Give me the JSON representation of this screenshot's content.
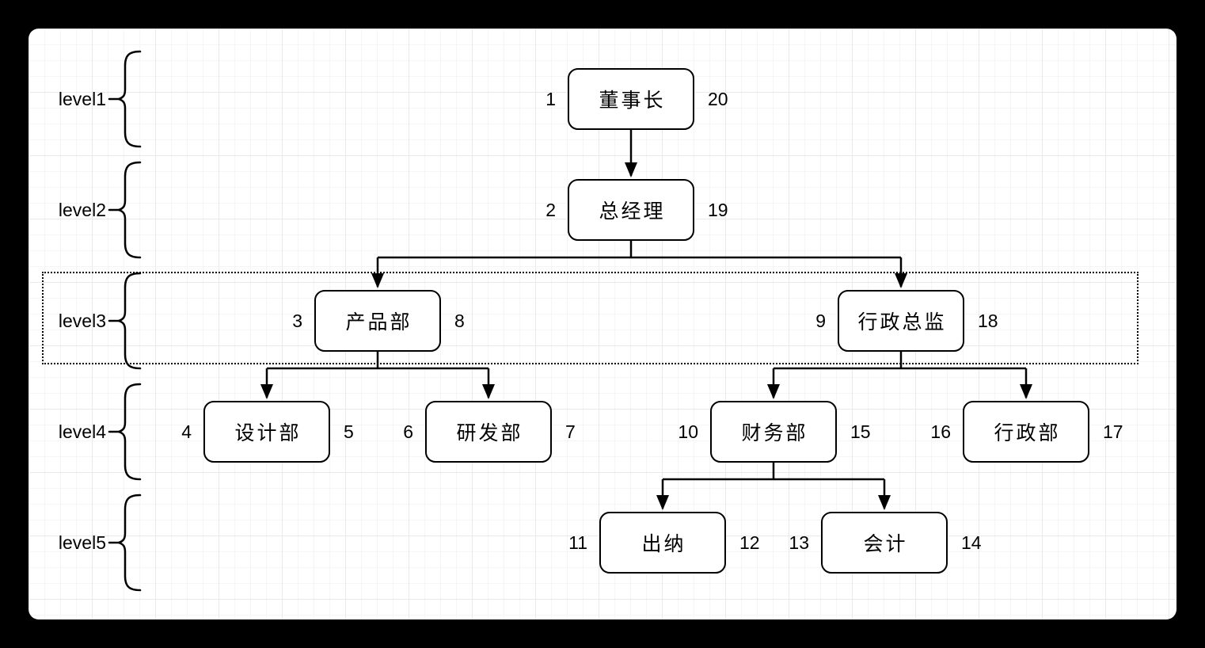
{
  "diagram": {
    "type": "org-tree-nested-set",
    "levels": [
      {
        "label": "level1"
      },
      {
        "label": "level2"
      },
      {
        "label": "level3"
      },
      {
        "label": "level4"
      },
      {
        "label": "level5"
      }
    ],
    "nodes": [
      {
        "label": "董事长",
        "lft": "1",
        "rgt": "20",
        "level": 1
      },
      {
        "label": "总经理",
        "lft": "2",
        "rgt": "19",
        "level": 2
      },
      {
        "label": "产品部",
        "lft": "3",
        "rgt": "8",
        "level": 3
      },
      {
        "label": "行政总监",
        "lft": "9",
        "rgt": "18",
        "level": 3
      },
      {
        "label": "设计部",
        "lft": "4",
        "rgt": "5",
        "level": 4
      },
      {
        "label": "研发部",
        "lft": "6",
        "rgt": "7",
        "level": 4
      },
      {
        "label": "财务部",
        "lft": "10",
        "rgt": "15",
        "level": 4
      },
      {
        "label": "行政部",
        "lft": "16",
        "rgt": "17",
        "level": 4
      },
      {
        "label": "出纳",
        "lft": "11",
        "rgt": "12",
        "level": 5
      },
      {
        "label": "会计",
        "lft": "13",
        "rgt": "14",
        "level": 5
      }
    ],
    "colors": {
      "stroke": "#000000",
      "canvas": "#ffffff",
      "background": "#000000",
      "grid_minor": "#f5f5f5",
      "grid_major": "#e9e9e9"
    }
  }
}
